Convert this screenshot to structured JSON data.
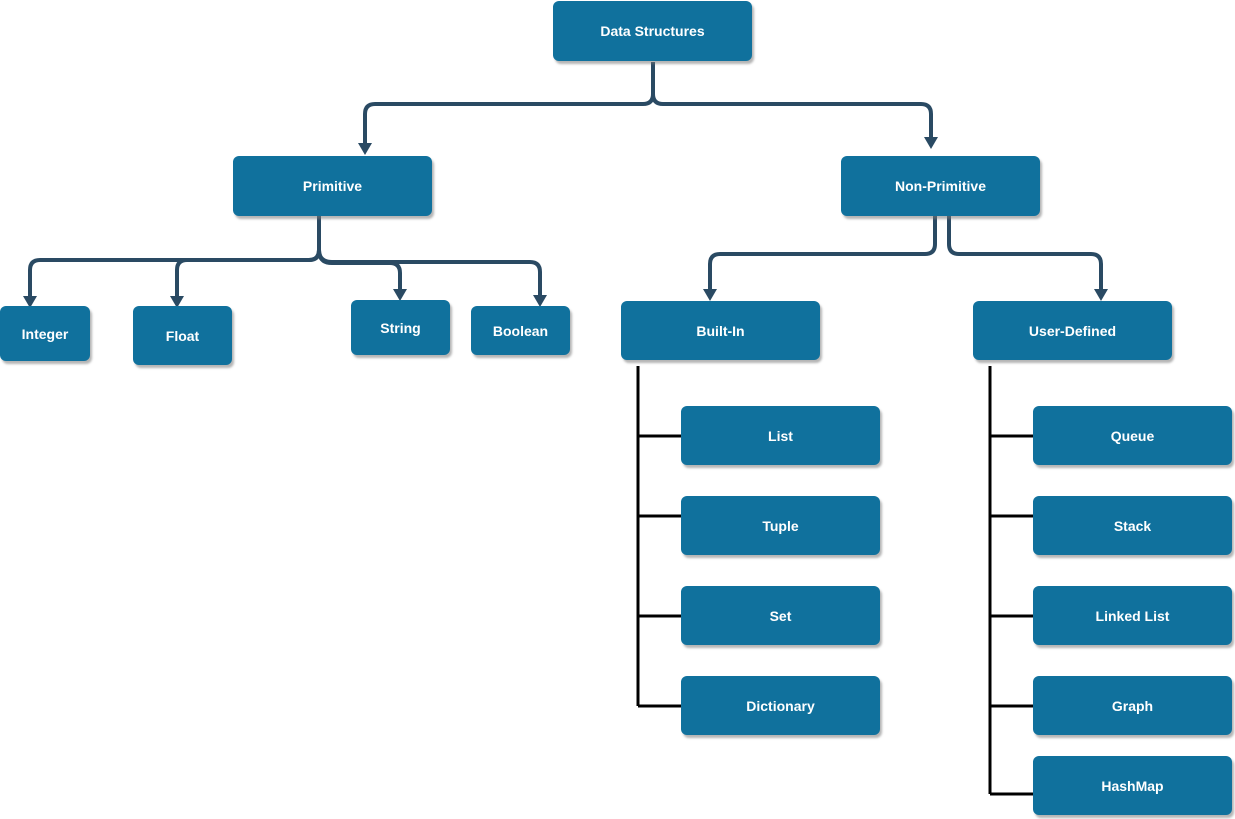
{
  "diagram": {
    "root": {
      "label": "Data Structures"
    },
    "primitive": {
      "label": "Primitive",
      "children": [
        "Integer",
        "Float",
        "String",
        "Boolean"
      ]
    },
    "non_primitive": {
      "label": "Non-Primitive",
      "built_in": {
        "label": "Built-In",
        "children": [
          "List",
          "Tuple",
          "Set",
          "Dictionary"
        ]
      },
      "user_defined": {
        "label": "User-Defined",
        "children": [
          "Queue",
          "Stack",
          "Linked List",
          "Graph",
          "HashMap"
        ]
      }
    }
  },
  "colors": {
    "node_fill": "#10719d",
    "node_text": "#ffffff",
    "connector": "#2a4a63",
    "list_bracket": "#000000",
    "background": "#ffffff"
  }
}
